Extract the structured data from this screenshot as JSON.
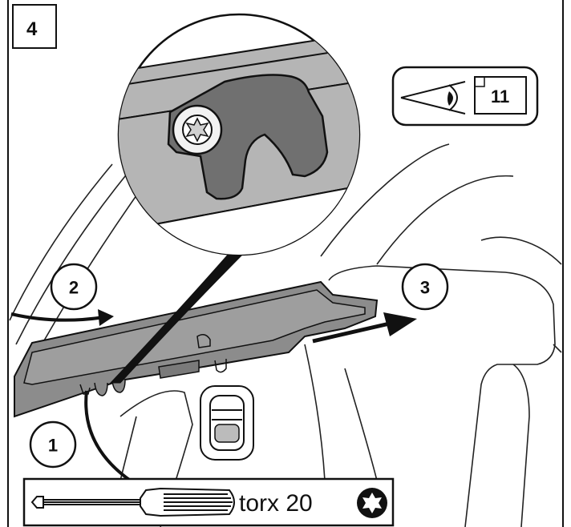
{
  "step_number": "4",
  "callouts": [
    {
      "label": "1"
    },
    {
      "label": "2"
    },
    {
      "label": "3"
    }
  ],
  "see_reference": {
    "page": "11",
    "icon": "eye-icon"
  },
  "tool": {
    "label": "torx 20",
    "icon": "screwdriver-icon",
    "bit_icon": "torx-star-icon"
  },
  "colors": {
    "line": "#111111",
    "panel": "#8c8c8c",
    "panel_dark": "#6a6a6a",
    "magnifier_fill": "#b5b5b5",
    "background": "#ffffff"
  }
}
